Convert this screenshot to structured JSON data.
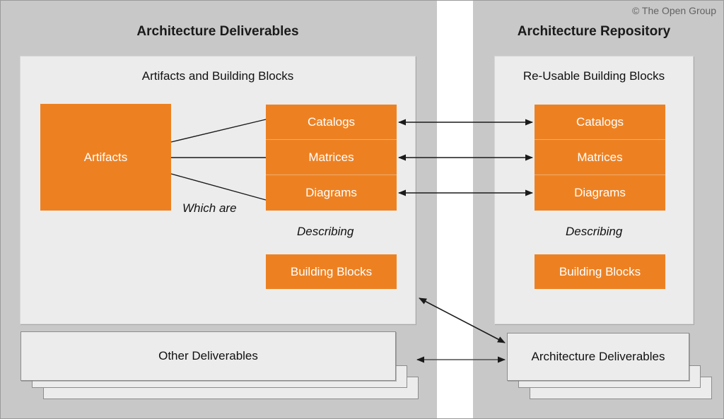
{
  "copyright": "© The Open Group",
  "colors": {
    "background": "#c8c8c8",
    "panel": "#ececec",
    "orange": "#ED8122",
    "text": "#111111",
    "arrow": "#1a1a1a"
  },
  "left": {
    "title": "Architecture Deliverables",
    "panel_heading": "Artifacts and Building Blocks",
    "artifacts_box": "Artifacts",
    "artifact_types": [
      "Catalogs",
      "Matrices",
      "Diagrams"
    ],
    "which_are_label": "Which are",
    "describing_label": "Describing",
    "building_blocks_box": "Building Blocks",
    "other_deliverables": "Other Deliverables"
  },
  "right": {
    "title": "Architecture Repository",
    "panel_heading": "Re-Usable Building Blocks",
    "artifact_types": [
      "Catalogs",
      "Matrices",
      "Diagrams"
    ],
    "describing_label": "Describing",
    "building_blocks_box": "Building Blocks",
    "architecture_deliverables": "Architecture Deliverables"
  },
  "connectors": {
    "catalogs_link": "bidirectional",
    "matrices_link": "bidirectional",
    "diagrams_link": "bidirectional",
    "deliverables_link": "bidirectional",
    "diagonal_link": "bidirectional"
  }
}
